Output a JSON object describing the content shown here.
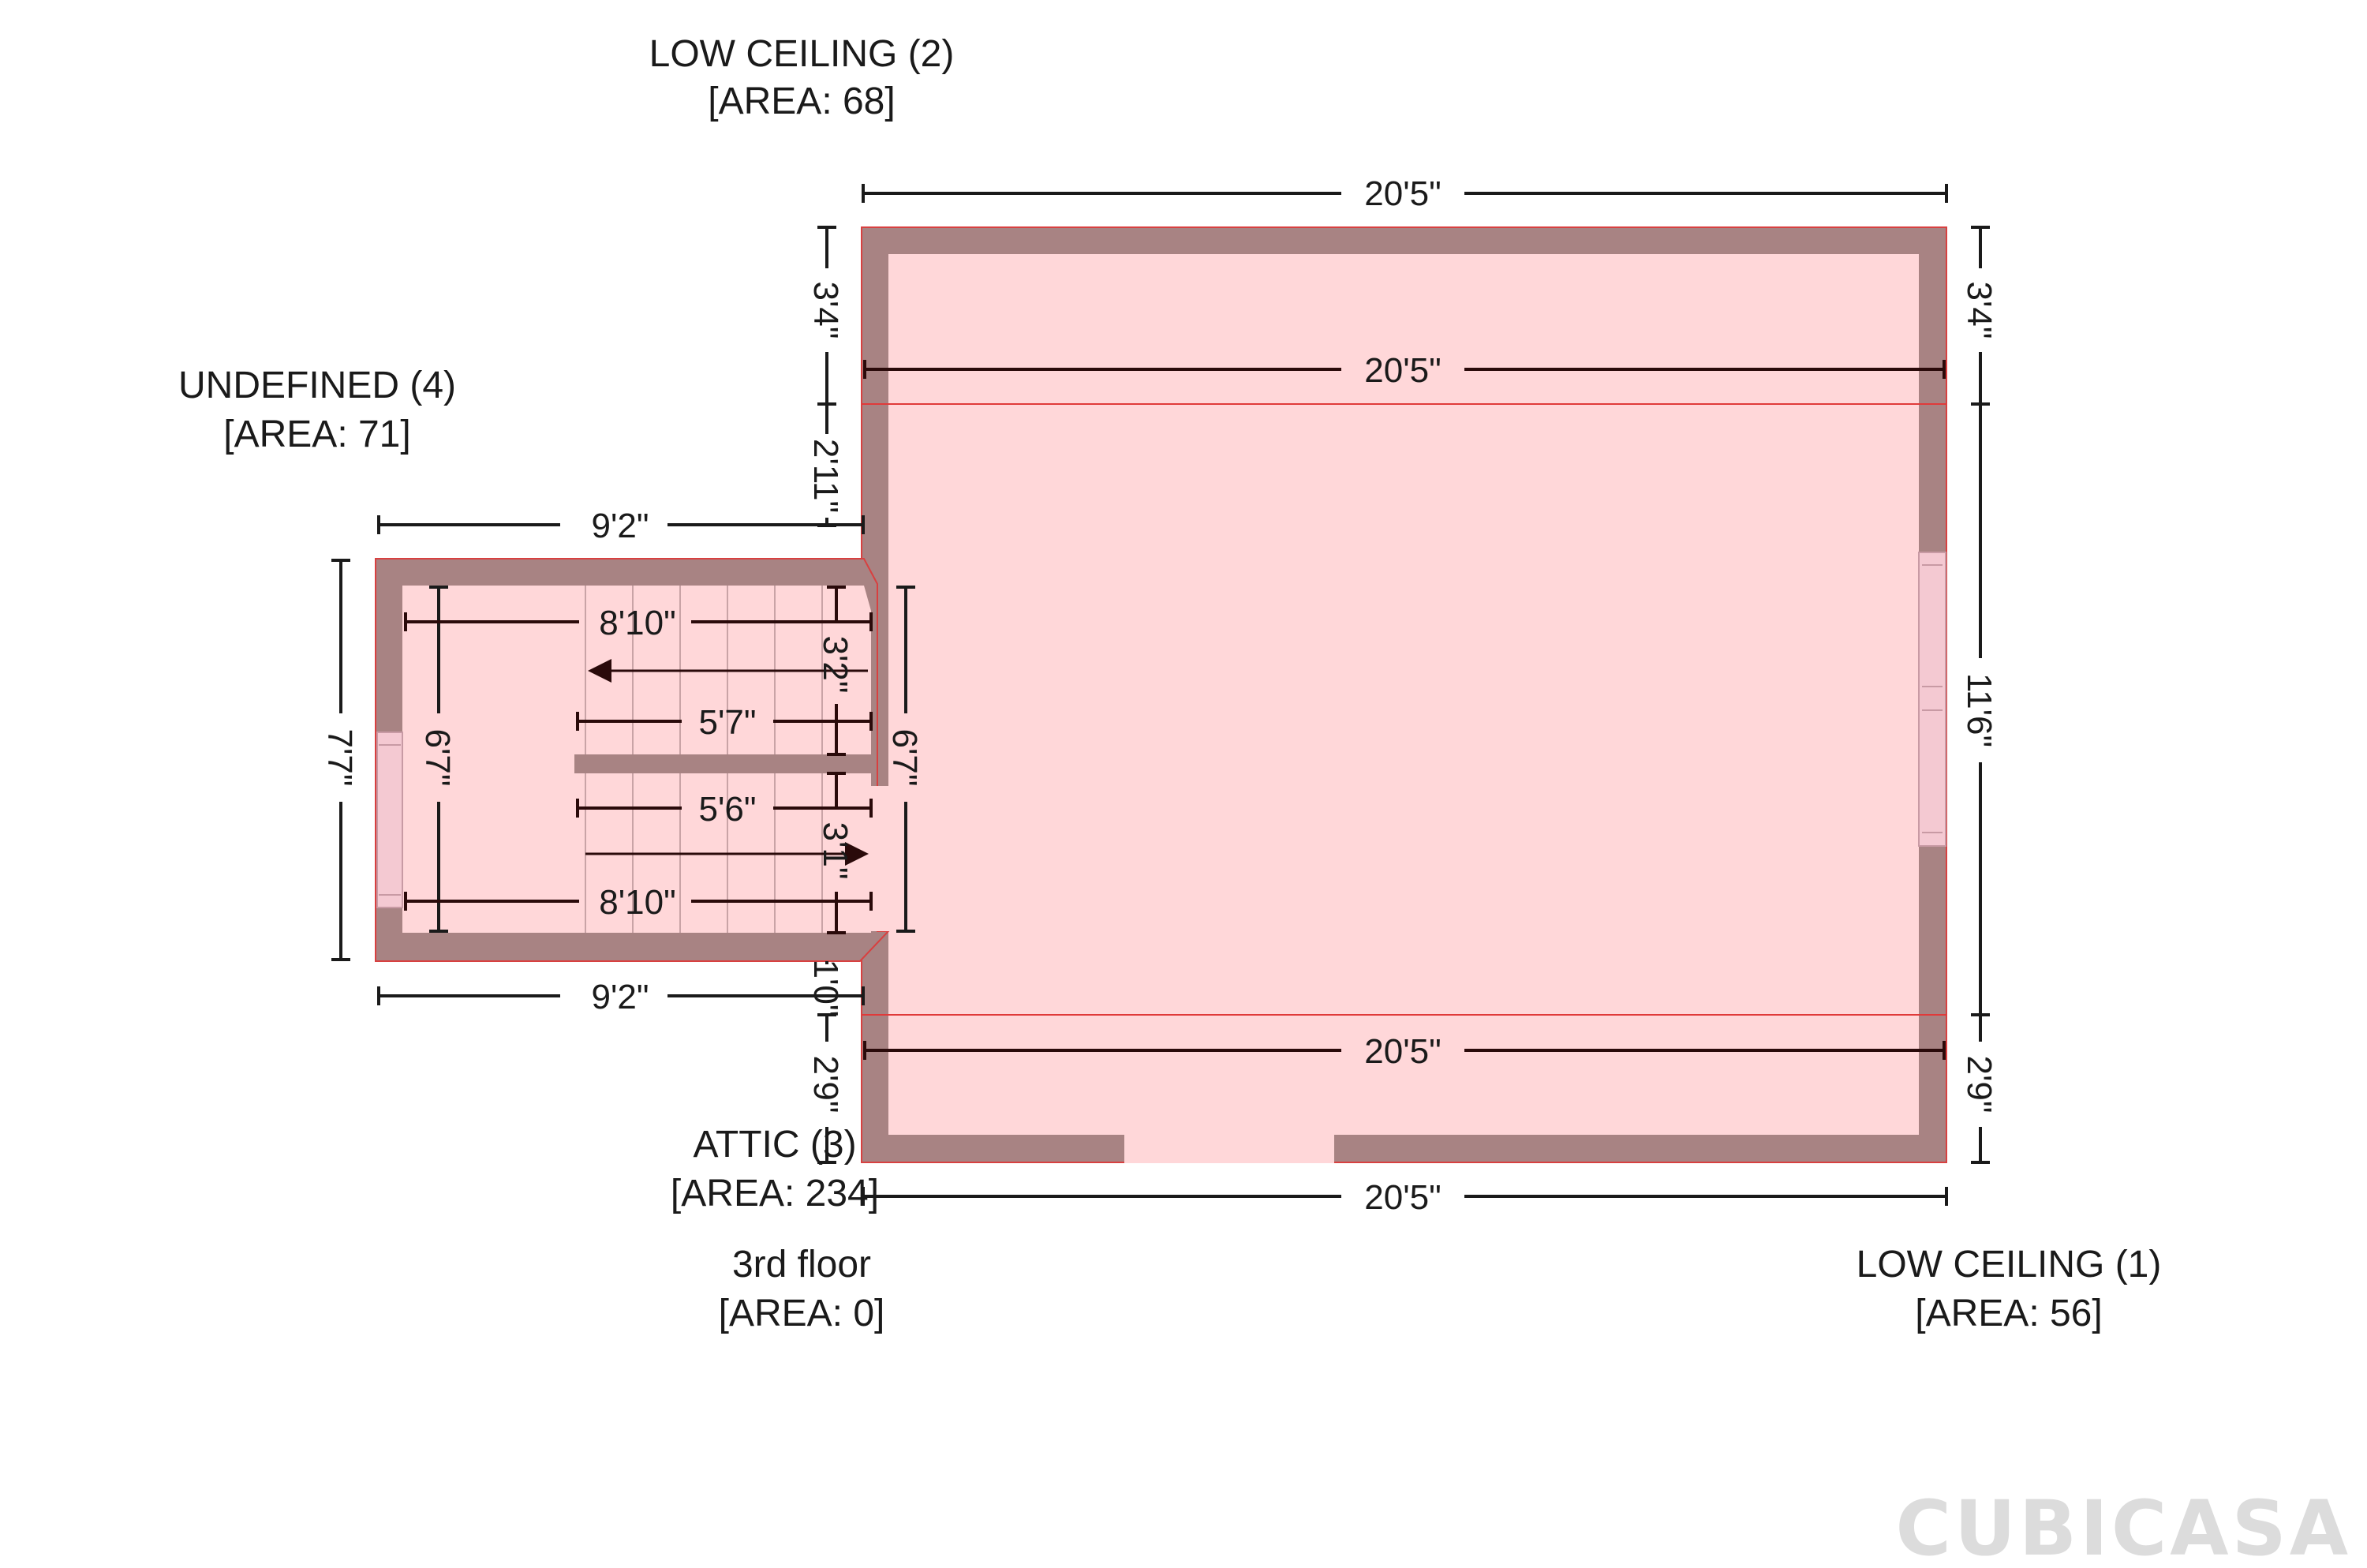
{
  "rooms": {
    "low_ceiling_2": {
      "name": "LOW CEILING (2)",
      "area": "[AREA: 68]"
    },
    "undefined_4": {
      "name": "UNDEFINED (4)",
      "area": "[AREA: 71]"
    },
    "attic_3": {
      "name": "ATTIC (3)",
      "area": "[AREA: 234]"
    },
    "third_floor": {
      "name": "3rd floor",
      "area": "[AREA: 0]"
    },
    "low_ceiling_1": {
      "name": "LOW CEILING (1)",
      "area": "[AREA: 56]"
    }
  },
  "dimensions": {
    "top_width": "20'5\"",
    "upper_inner_width": "20'5\"",
    "lower_inner_width": "20'5\"",
    "bottom_width": "20'5\"",
    "left_top": "3'4\"",
    "left_upper": "2'11\"",
    "left_lower": "1'0\"",
    "left_bottom": "2'9\"",
    "right_top": "3'4\"",
    "right_mid": "11'6\"",
    "right_bottom": "2'9\"",
    "stair_top_outer": "9'2\"",
    "stair_bottom_outer": "9'2\"",
    "stair_top_inner": "8'10\"",
    "stair_bottom_inner": "8'10\"",
    "stair_upper_run": "5'7\"",
    "stair_lower_run": "5'6\"",
    "stair_upper_rise": "3'2\"",
    "stair_lower_rise": "3'1\"",
    "stair_outer_height": "7'7\"",
    "stair_inner_height": "6'7\"",
    "stair_right_height": "6'7\""
  },
  "colors": {
    "wall": "#a88383",
    "floor": "#ffd7d9",
    "line": "#e03a3a",
    "window": "#f4c9d2"
  },
  "brand": "CUBICASA"
}
